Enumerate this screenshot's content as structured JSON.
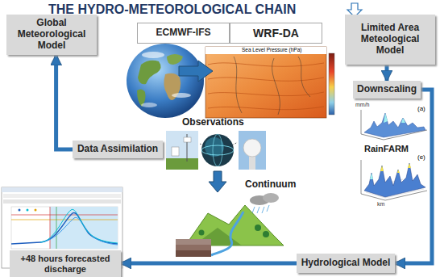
{
  "diagram": {
    "title": "THE HYDRO-METEOROLOGICAL CHAIN",
    "nodes": [
      {
        "text": [
          "Global Meteorological Model"
        ]
      },
      {
        "text": [
          "ECMWF-IFS"
        ]
      },
      {
        "text": [
          "WRF-DA"
        ]
      },
      {
        "text": [
          "Limited Area Meteological Model"
        ]
      },
      {
        "text": [
          "Downscaling"
        ]
      },
      {
        "text": [
          "Data Assimilation"
        ]
      },
      {
        "text": [
          "+48 hours forecasted discharge"
        ]
      },
      {
        "text": [
          "Hydrological Model"
        ]
      }
    ],
    "edges": [
      {
        "from": 5,
        "to": 0,
        "arrow": "to"
      },
      {
        "from": 3,
        "to": 4,
        "arrow": "to"
      },
      {
        "from": 4,
        "to": 7,
        "arrow": "to"
      },
      {
        "from": 7,
        "to": 6,
        "arrow": "to"
      }
    ],
    "labels": [
      "Sea Level Pressure (hPa)",
      "Observations",
      "mm/h",
      "(a)",
      "RainFARM",
      "(e)",
      "km",
      "Continuum"
    ]
  }
}
